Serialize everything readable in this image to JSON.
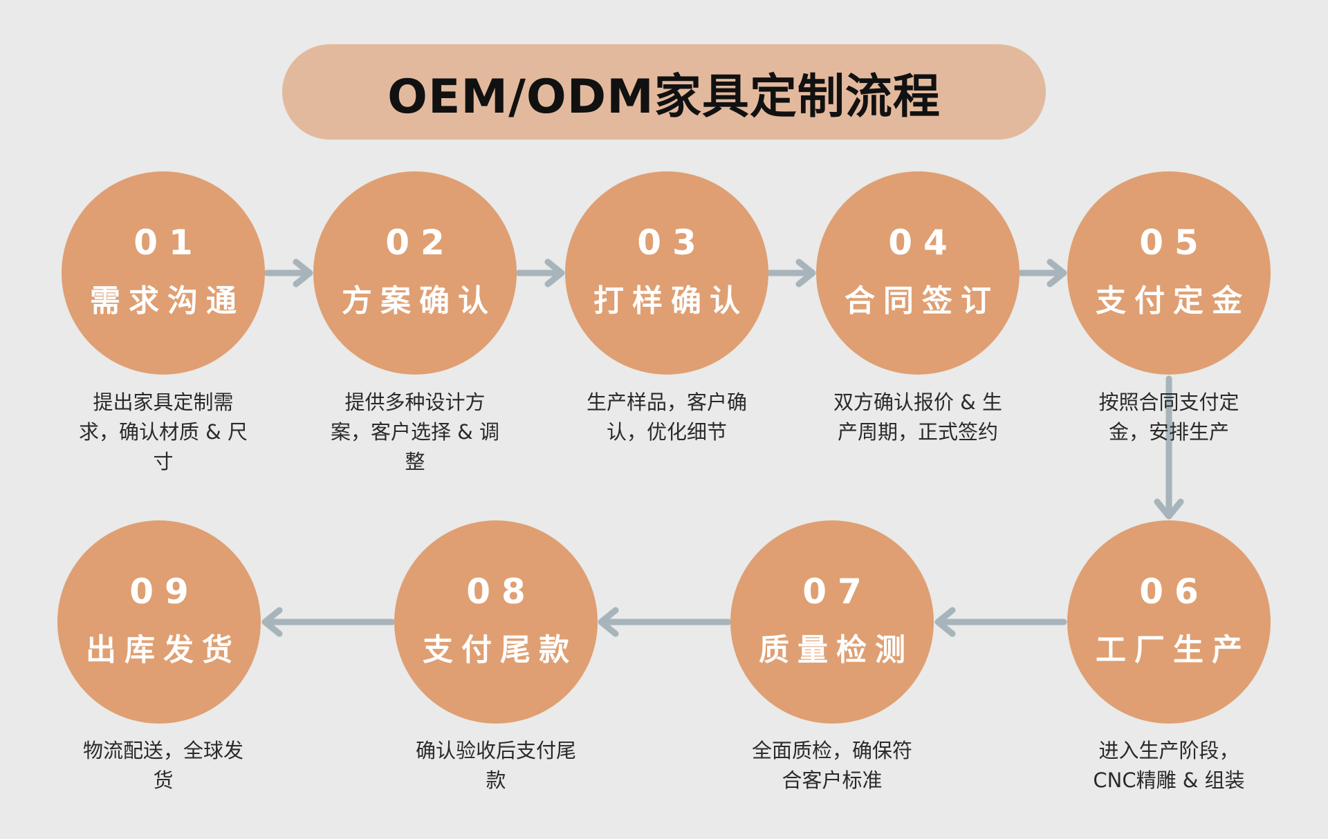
{
  "title": "OEM/ODM家具定制流程",
  "colors": {
    "background": "#e9eae9",
    "title_pill": "#e3b99d",
    "circle": "#df9f72",
    "arrow": "#a8b4bb",
    "circle_text": "#ffffff",
    "desc_text": "#2a2a2a"
  },
  "steps": [
    {
      "number": "01",
      "name": "需求沟通",
      "desc": "提出家具定制需求，确认材质 & 尺寸"
    },
    {
      "number": "02",
      "name": "方案确认",
      "desc": "提供多种设计方案，客户选择 & 调整"
    },
    {
      "number": "03",
      "name": "打样确认",
      "desc": "生产样品，客户确认，优化细节"
    },
    {
      "number": "04",
      "name": "合同签订",
      "desc": "双方确认报价 & 生产周期，正式签约"
    },
    {
      "number": "05",
      "name": "支付定金",
      "desc": "按照合同支付定金，安排生产"
    },
    {
      "number": "06",
      "name": "工厂生产",
      "desc": "进入生产阶段，CNC精雕 & 组装"
    },
    {
      "number": "07",
      "name": "质量检测",
      "desc": "全面质检，确保符合客户标准"
    },
    {
      "number": "08",
      "name": "支付尾款",
      "desc": "确认验收后支付尾款"
    },
    {
      "number": "09",
      "name": "出库发货",
      "desc": "物流配送，全球发货"
    }
  ]
}
